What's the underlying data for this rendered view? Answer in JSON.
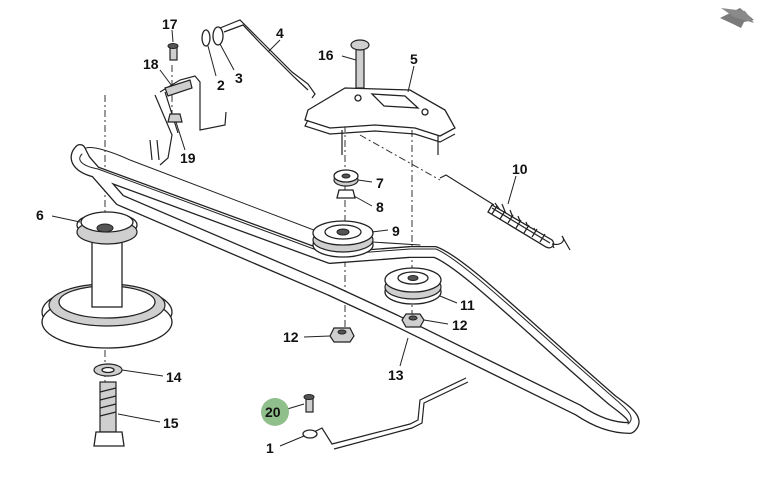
{
  "diagram": {
    "callout_labels": {
      "p1": "1",
      "p2": "2",
      "p3": "3",
      "p4": "4",
      "p5": "5",
      "p6": "6",
      "p7": "7",
      "p8": "8",
      "p9": "9",
      "p10": "10",
      "p11": "11",
      "p12a": "12",
      "p12b": "12",
      "p13": "13",
      "p14": "14",
      "p15": "15",
      "p16": "16",
      "p17": "17",
      "p18": "18",
      "p19": "19",
      "p20": "20"
    },
    "highlighted_callout": "20",
    "highlight_color": "#8fbf8a",
    "nav_icon": "back-arrow-icon",
    "nav_icon_color": "#7a7a7a"
  }
}
